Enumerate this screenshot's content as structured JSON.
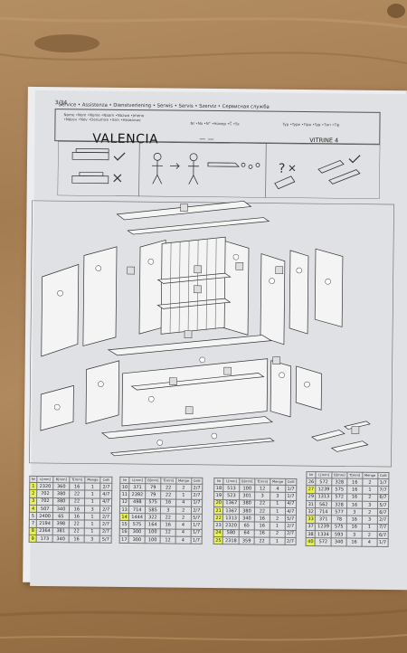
{
  "header": {
    "page": "3/34",
    "services": "Service • Assistenza • Dienstverlening • Serwis • Servis • Szerviz • Сервисная служба"
  },
  "labels": {
    "name_line1": "Name •Nom •Nome •Naam •Nazwa •Jméno",
    "name_line2": "•Název •Név •Denumire •Isim •Название",
    "nr": "Nr •No •N° •Номер •Č •Sz",
    "typ": "Typ •Type •Tipo •Typ •Тип •Tip"
  },
  "product": {
    "name": "VALENCIA",
    "nr_value": "— —",
    "type_value": "VITRINE 4"
  },
  "table_headers": [
    "Nr",
    "L[mm]",
    "B[mm]",
    "T[mm]",
    "Menge",
    "Colli"
  ],
  "parts_table_1": [
    [
      "1",
      "2320",
      "360",
      "16",
      "1",
      "2/7"
    ],
    [
      "2",
      "702",
      "380",
      "22",
      "1",
      "4/7"
    ],
    [
      "3",
      "702",
      "380",
      "22",
      "1",
      "4/7"
    ],
    [
      "4",
      "507",
      "340",
      "16",
      "3",
      "2/7"
    ],
    [
      "5",
      "2400",
      "65",
      "16",
      "1",
      "2/7"
    ],
    [
      "7",
      "2194",
      "398",
      "22",
      "1",
      "2/7"
    ],
    [
      "8",
      "2364",
      "381",
      "22",
      "1",
      "2/7"
    ],
    [
      "9",
      "173",
      "340",
      "16",
      "3",
      "5/7"
    ]
  ],
  "parts_table_2": [
    [
      "10",
      "371",
      "79",
      "22",
      "2",
      "2/7"
    ],
    [
      "11",
      "2392",
      "79",
      "22",
      "1",
      "2/7"
    ],
    [
      "12",
      "498",
      "575",
      "16",
      "4",
      "1/7"
    ],
    [
      "13",
      "714",
      "585",
      "3",
      "2",
      "2/7"
    ],
    [
      "14",
      "1444",
      "322",
      "22",
      "2",
      "5/7"
    ],
    [
      "15",
      "575",
      "164",
      "16",
      "4",
      "1/7"
    ],
    [
      "16",
      "300",
      "100",
      "12",
      "4",
      "1/7"
    ],
    [
      "17",
      "300",
      "100",
      "12",
      "4",
      "1/7"
    ]
  ],
  "parts_table_3": [
    [
      "18",
      "513",
      "100",
      "12",
      "4",
      "1/7"
    ],
    [
      "19",
      "523",
      "301",
      "3",
      "3",
      "1/7"
    ],
    [
      "20",
      "1367",
      "380",
      "22",
      "1",
      "4/7"
    ],
    [
      "21",
      "1367",
      "380",
      "22",
      "1",
      "4/7"
    ],
    [
      "22",
      "1313",
      "340",
      "16",
      "2",
      "5/7"
    ],
    [
      "23",
      "2320",
      "65",
      "16",
      "1",
      "2/7"
    ],
    [
      "24",
      "580",
      "64",
      "16",
      "2",
      "2/7"
    ],
    [
      "25",
      "2318",
      "359",
      "22",
      "1",
      "2/7"
    ]
  ],
  "parts_table_4": [
    [
      "26",
      "572",
      "328",
      "16",
      "2",
      "1/7"
    ],
    [
      "27",
      "1239",
      "575",
      "16",
      "1",
      "7/7"
    ],
    [
      "29",
      "1313",
      "572",
      "16",
      "2",
      "6/7"
    ],
    [
      "31",
      "562",
      "328",
      "16",
      "3",
      "5/7"
    ],
    [
      "32",
      "714",
      "577",
      "3",
      "2",
      "6/7"
    ],
    [
      "33",
      "371",
      "78",
      "16",
      "3",
      "2/7"
    ],
    [
      "37",
      "1239",
      "575",
      "16",
      "1",
      "7/7"
    ],
    [
      "38",
      "1334",
      "593",
      "3",
      "2",
      "6/7"
    ],
    [
      "40",
      "572",
      "340",
      "16",
      "4",
      "1/7"
    ]
  ],
  "highlighted_rows": {
    "t1": [
      0,
      1,
      2,
      3,
      6,
      7
    ],
    "t2": [
      4
    ],
    "t3": [
      2,
      3,
      4,
      6,
      7
    ],
    "t4": [
      1,
      5,
      8
    ]
  },
  "colors": {
    "highlight": "#e7ef5a",
    "paper": "#ecedef",
    "wood": "#a47c52"
  }
}
